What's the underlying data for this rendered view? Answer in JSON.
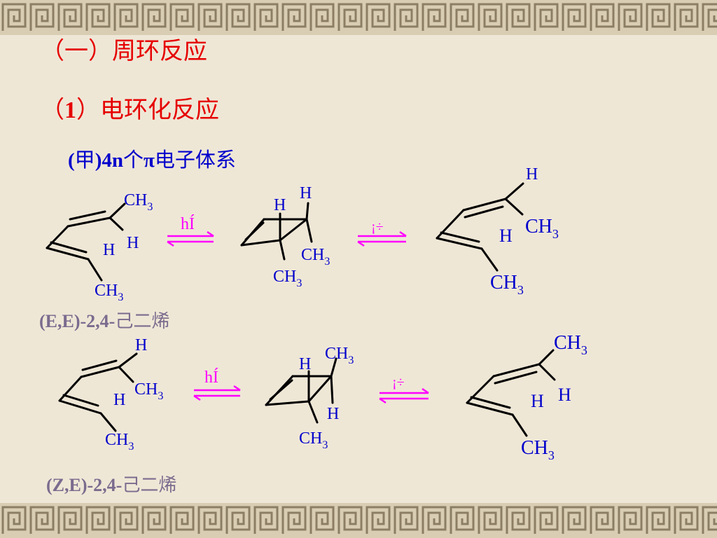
{
  "titles": {
    "section": "（一）周环反应",
    "subsection_prefix": "（",
    "subsection_num": "1",
    "subsection_suffix": "）电环化反应",
    "system_prefix": "(",
    "system_cjk1": "甲",
    "system_mid": ")4n",
    "system_cjk2": "个",
    "system_pi": "π",
    "system_cjk3": "电子体系"
  },
  "compound_names": {
    "row1_prefix": "(E,E)-2,4-",
    "row1_cjk": "己二烯",
    "row2_prefix": "(Z,E)-2,4-",
    "row2_cjk": "己二烯"
  },
  "labels": {
    "ch3": "CH",
    "sub3": "3",
    "h": "H",
    "arrow_label_1": "hÍ",
    "arrow_label_2": "¡÷"
  },
  "colors": {
    "title_red": "#e60000",
    "subtitle_blue": "#0000cc",
    "name_gray": "#7b6b8e",
    "arrow_magenta": "#ff00ff",
    "bond_black": "#000000"
  }
}
